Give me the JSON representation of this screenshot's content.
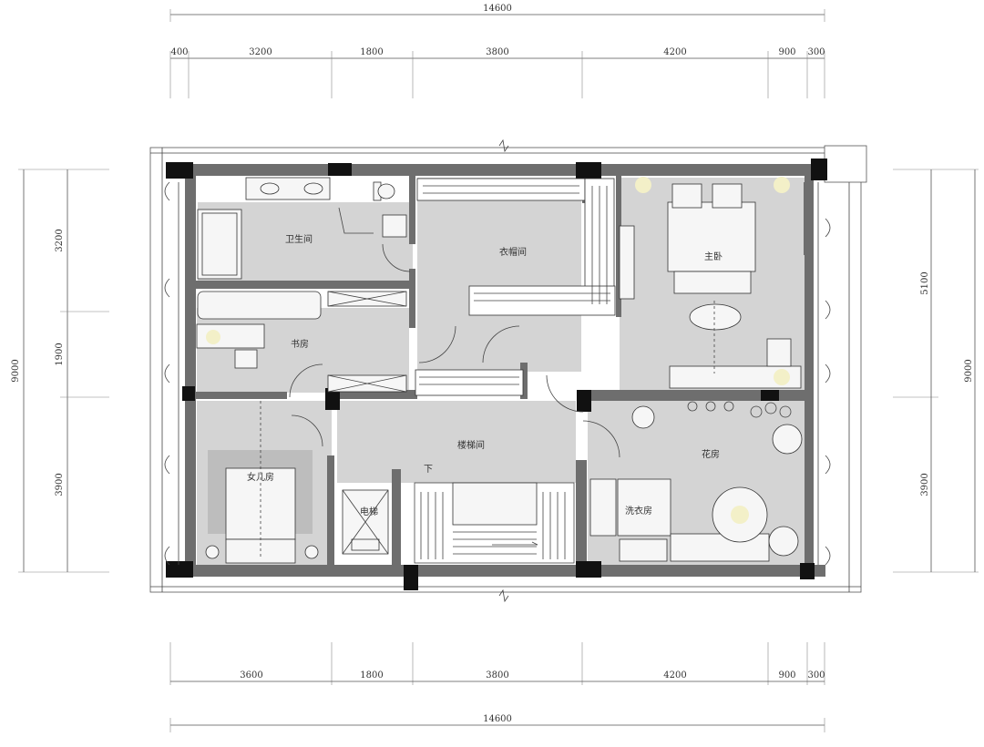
{
  "dimensions": {
    "top_total": "14600",
    "top_segments": [
      "400",
      "3200",
      "1800",
      "3800",
      "4200",
      "900",
      "300"
    ],
    "bottom_segments": [
      "3600",
      "1800",
      "3800",
      "4200",
      "900",
      "300"
    ],
    "bottom_total": "14600",
    "left_total": "9000",
    "left_segments": [
      "3200",
      "1900",
      "3900"
    ],
    "right_total": "9000",
    "right_segments": [
      "5100",
      "3900"
    ]
  },
  "rooms": {
    "bathroom": "卫生间",
    "cloakroom": "衣帽间",
    "master_bedroom": "主卧",
    "study": "书房",
    "daughter_room": "女儿房",
    "stair_hall": "楼梯间",
    "stair_down": "下",
    "elevator": "电梯",
    "laundry": "洗衣房",
    "flower_room": "花房"
  },
  "colors": {
    "wall": "#6e6e6e",
    "column": "#111111",
    "floor": "#d4d4d4"
  }
}
